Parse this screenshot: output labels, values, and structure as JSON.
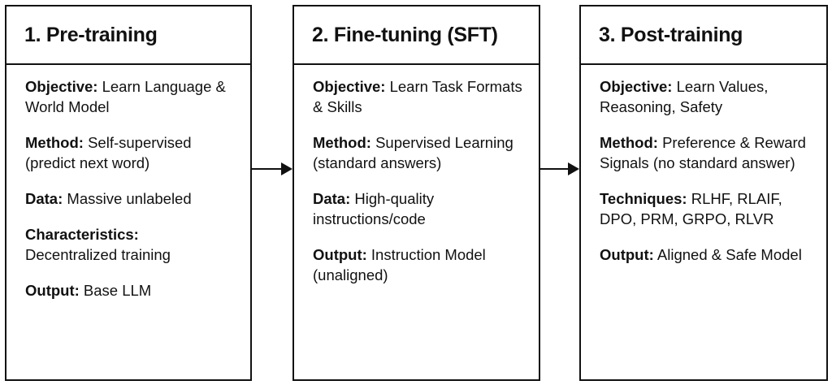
{
  "stages": [
    {
      "title": "1. Pre-training",
      "entries": [
        {
          "label": "Objective:",
          "text": "Learn Language & World Model"
        },
        {
          "label": "Method:",
          "text": "Self-supervised (predict next word)"
        },
        {
          "label": "Data:",
          "text": "Massive unlabeled"
        },
        {
          "label": "Characteristics:",
          "text": "Decentralized training"
        },
        {
          "label": "Output:",
          "text": "Base LLM"
        }
      ]
    },
    {
      "title": "2. Fine-tuning (SFT)",
      "entries": [
        {
          "label": "Objective:",
          "text": "Learn Task Formats & Skills"
        },
        {
          "label": "Method:",
          "text": "Supervised Learning (standard answers)"
        },
        {
          "label": "Data:",
          "text": "High-quality instructions/code"
        },
        {
          "label": "Output:",
          "text": "Instruction Model (unaligned)"
        }
      ]
    },
    {
      "title": "3. Post-training",
      "entries": [
        {
          "label": "Objective:",
          "text": "Learn Values, Reasoning, Safety"
        },
        {
          "label": "Method:",
          "text": "Preference & Reward Signals (no standard answer)"
        },
        {
          "label": "Techniques:",
          "text": "RLHF, RLAIF, DPO, PRM, GRPO, RLVR"
        },
        {
          "label": "Output:",
          "text": "Aligned & Safe Model"
        }
      ]
    }
  ]
}
